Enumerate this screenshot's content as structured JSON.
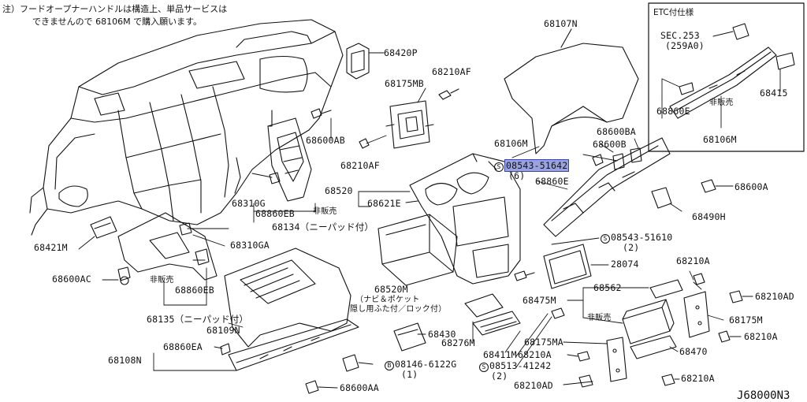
{
  "note": {
    "line1": "注）フードオープナーハンドルは構造上、単品サービスは",
    "line2": "できませんので 68106M で購入願います。"
  },
  "etc_box": {
    "title": "ETC付仕様",
    "labels": {
      "sec": "SEC.253",
      "sec_sub": "(259A0)",
      "p68415": "68415",
      "p68860E": "68860E",
      "hihanbai": "非販売",
      "p68106M": "68106M"
    }
  },
  "labels": {
    "p68420P": "68420P",
    "p68107N": "68107N",
    "p68175MB": "68175MB",
    "p68210AF_top": "68210AF",
    "p68600AB": "68600AB",
    "p68210AF_mid": "68210AF",
    "p68106M": "68106M",
    "screw_08543_51642": "08543-51642",
    "qty_6": "(6)",
    "p68600BA": "68600BA",
    "p68600B": "68600B",
    "p68860E": "68860E",
    "p68600A": "68600A",
    "p68490H": "68490H",
    "p68310G": "68310G",
    "p68860EB_top": "68860EB",
    "hihanbai_1": "非販売",
    "p68520": "68520",
    "p68621E": "68621E",
    "p68134": "68134（ニーパッド付）",
    "p68421M": "68421M",
    "p68310GA": "68310GA",
    "screw_08543_51610": "08543-51610",
    "qty_2a": "(2)",
    "p28074": "28074",
    "p68600AC": "68600AC",
    "hihanbai_2": "非販売",
    "p68860EB_bot": "68860EB",
    "p68520M": "68520M",
    "p68520M_sub1": "（ナビ＆ポケット",
    "p68520M_sub2": "隠し用ふた付／ロック付）",
    "p68210A_r1": "68210A",
    "p68562": "68562",
    "p68210AD_r": "68210AD",
    "p68135": "68135（ニーパッド付）",
    "p68109N": "68109N",
    "p68475M": "68475M",
    "hihanbai_3": "非販売",
    "p68175M": "68175M",
    "p68430": "68430",
    "p68276M": "68276M",
    "p68210A_r2": "68210A",
    "p68860EA": "68860EA",
    "p68411M": "68411M",
    "p68175MA": "68175MA",
    "p68470": "68470",
    "p68108N": "68108N",
    "bolt_08146_6122G": "08146-6122G",
    "qty_1": "(1)",
    "screw_08513_41242": "08513-41242",
    "qty_2b": "(2)",
    "p68210A_b1": "68210A",
    "p68210A_b2": "68210A",
    "p68210AD_b": "68210AD",
    "p68600AA": "68600AA",
    "circle_s": "S",
    "circle_b": "B"
  },
  "diagram_number": "J68000N3",
  "colors": {
    "line": "#111111",
    "highlight_fill": "#9aa3e0",
    "highlight_border": "#3a44a8"
  }
}
